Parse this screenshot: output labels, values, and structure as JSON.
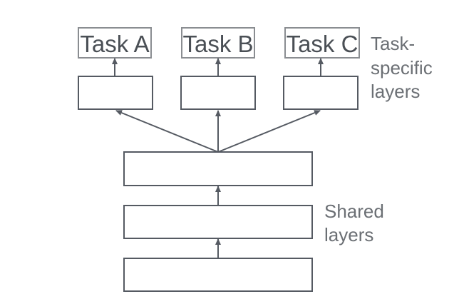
{
  "tasks": [
    {
      "label": "Task A"
    },
    {
      "label": "Task B"
    },
    {
      "label": "Task C"
    }
  ],
  "task_specific_label": [
    "Task-",
    "specific",
    "layers"
  ],
  "shared_label": [
    "Shared",
    "layers"
  ],
  "colors": {
    "line": "#555a62",
    "task_border": "#8a8d91",
    "text": "#4a4f55",
    "side_text": "#6b6f74",
    "background": "#ffffff"
  }
}
